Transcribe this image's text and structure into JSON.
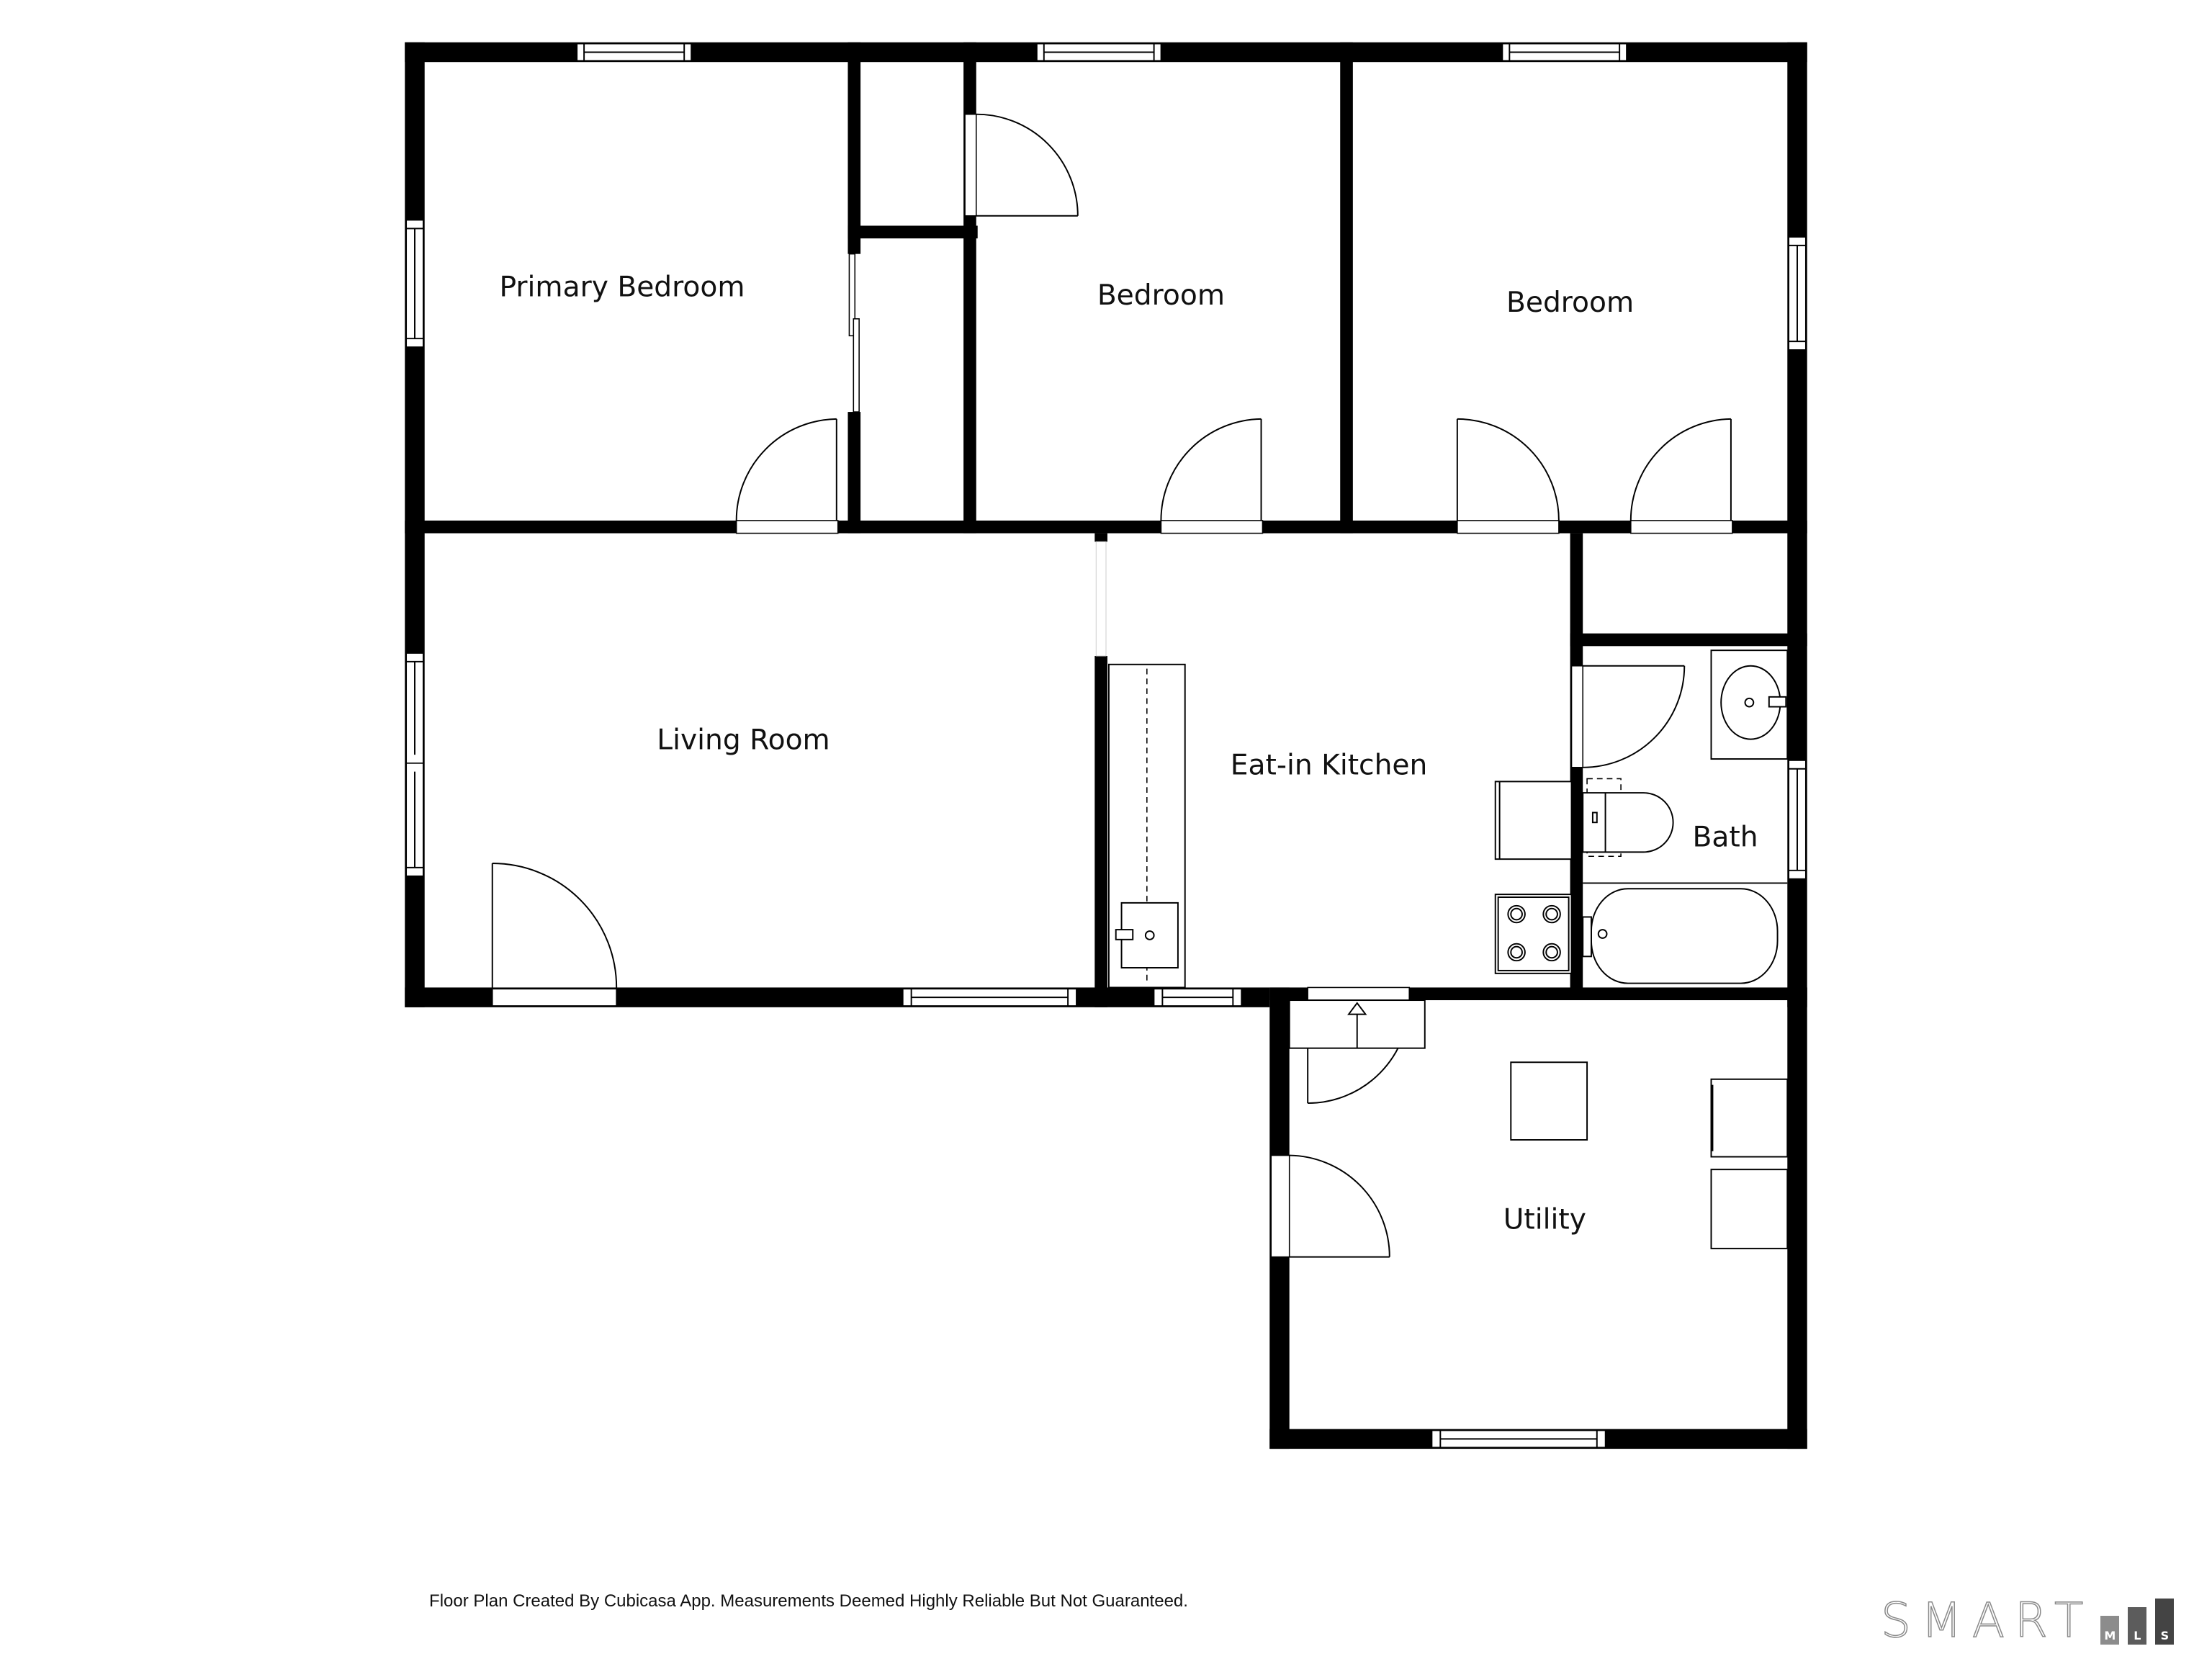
{
  "rooms": {
    "primary_bedroom": "Primary Bedroom",
    "bedroom_middle": "Bedroom",
    "bedroom_right": "Bedroom",
    "living_room": "Living Room",
    "kitchen": "Eat-in Kitchen",
    "bath": "Bath",
    "utility": "Utility"
  },
  "footer": {
    "disclaimer": "Floor Plan Created By Cubicasa App. Measurements Deemed Highly Reliable But Not Guaranteed."
  },
  "logo": {
    "word": "SMART",
    "bars": [
      {
        "letter": "M",
        "color": "#8c8c8c",
        "height": 40
      },
      {
        "letter": "L",
        "color": "#5c5c5c",
        "height": 52
      },
      {
        "letter": "S",
        "color": "#444444",
        "height": 64
      }
    ]
  },
  "colors": {
    "wall": "#000000",
    "background": "#ffffff",
    "text": "#111111"
  }
}
